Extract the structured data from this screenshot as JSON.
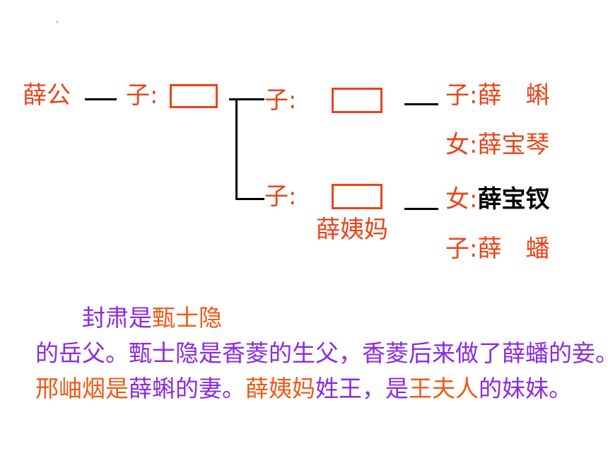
{
  "colors": {
    "red": "#e8441a",
    "purple": "#8a2be2",
    "orange": "#f05a14",
    "black": "#000000"
  },
  "tree": {
    "root": "薛公",
    "gen1_label": "子:",
    "gen2_upper_label": "子:",
    "gen2_lower_label": "子:",
    "gen2_lower_caption": "薛姨妈",
    "gen3_upper_son": "子:薛　蝌",
    "gen3_upper_daughter": "女:薛宝琴",
    "gen3_lower_daughter_prefix": "女:",
    "gen3_lower_daughter_name": "薛宝钗",
    "gen3_lower_son": "子:薛　蟠"
  },
  "paragraph": {
    "segments": [
      {
        "text": "　　封肃是",
        "color": "#8a2be2"
      },
      {
        "text": "甄士隐",
        "color": "#f05a14"
      },
      {
        "text": "的岳父。甄士隐是香菱的生父，香菱后来做了薛蟠的妾。",
        "color": "#8a2be2"
      },
      {
        "text": "邢岫烟是",
        "color": "#f05a14"
      },
      {
        "text": "薛蝌的妻。",
        "color": "#8a2be2"
      },
      {
        "text": "薛姨妈",
        "color": "#f05a14"
      },
      {
        "text": "姓王，是",
        "color": "#8a2be2"
      },
      {
        "text": "王夫人",
        "color": "#f05a14"
      },
      {
        "text": "的妹妹。",
        "color": "#8a2be2"
      }
    ]
  }
}
